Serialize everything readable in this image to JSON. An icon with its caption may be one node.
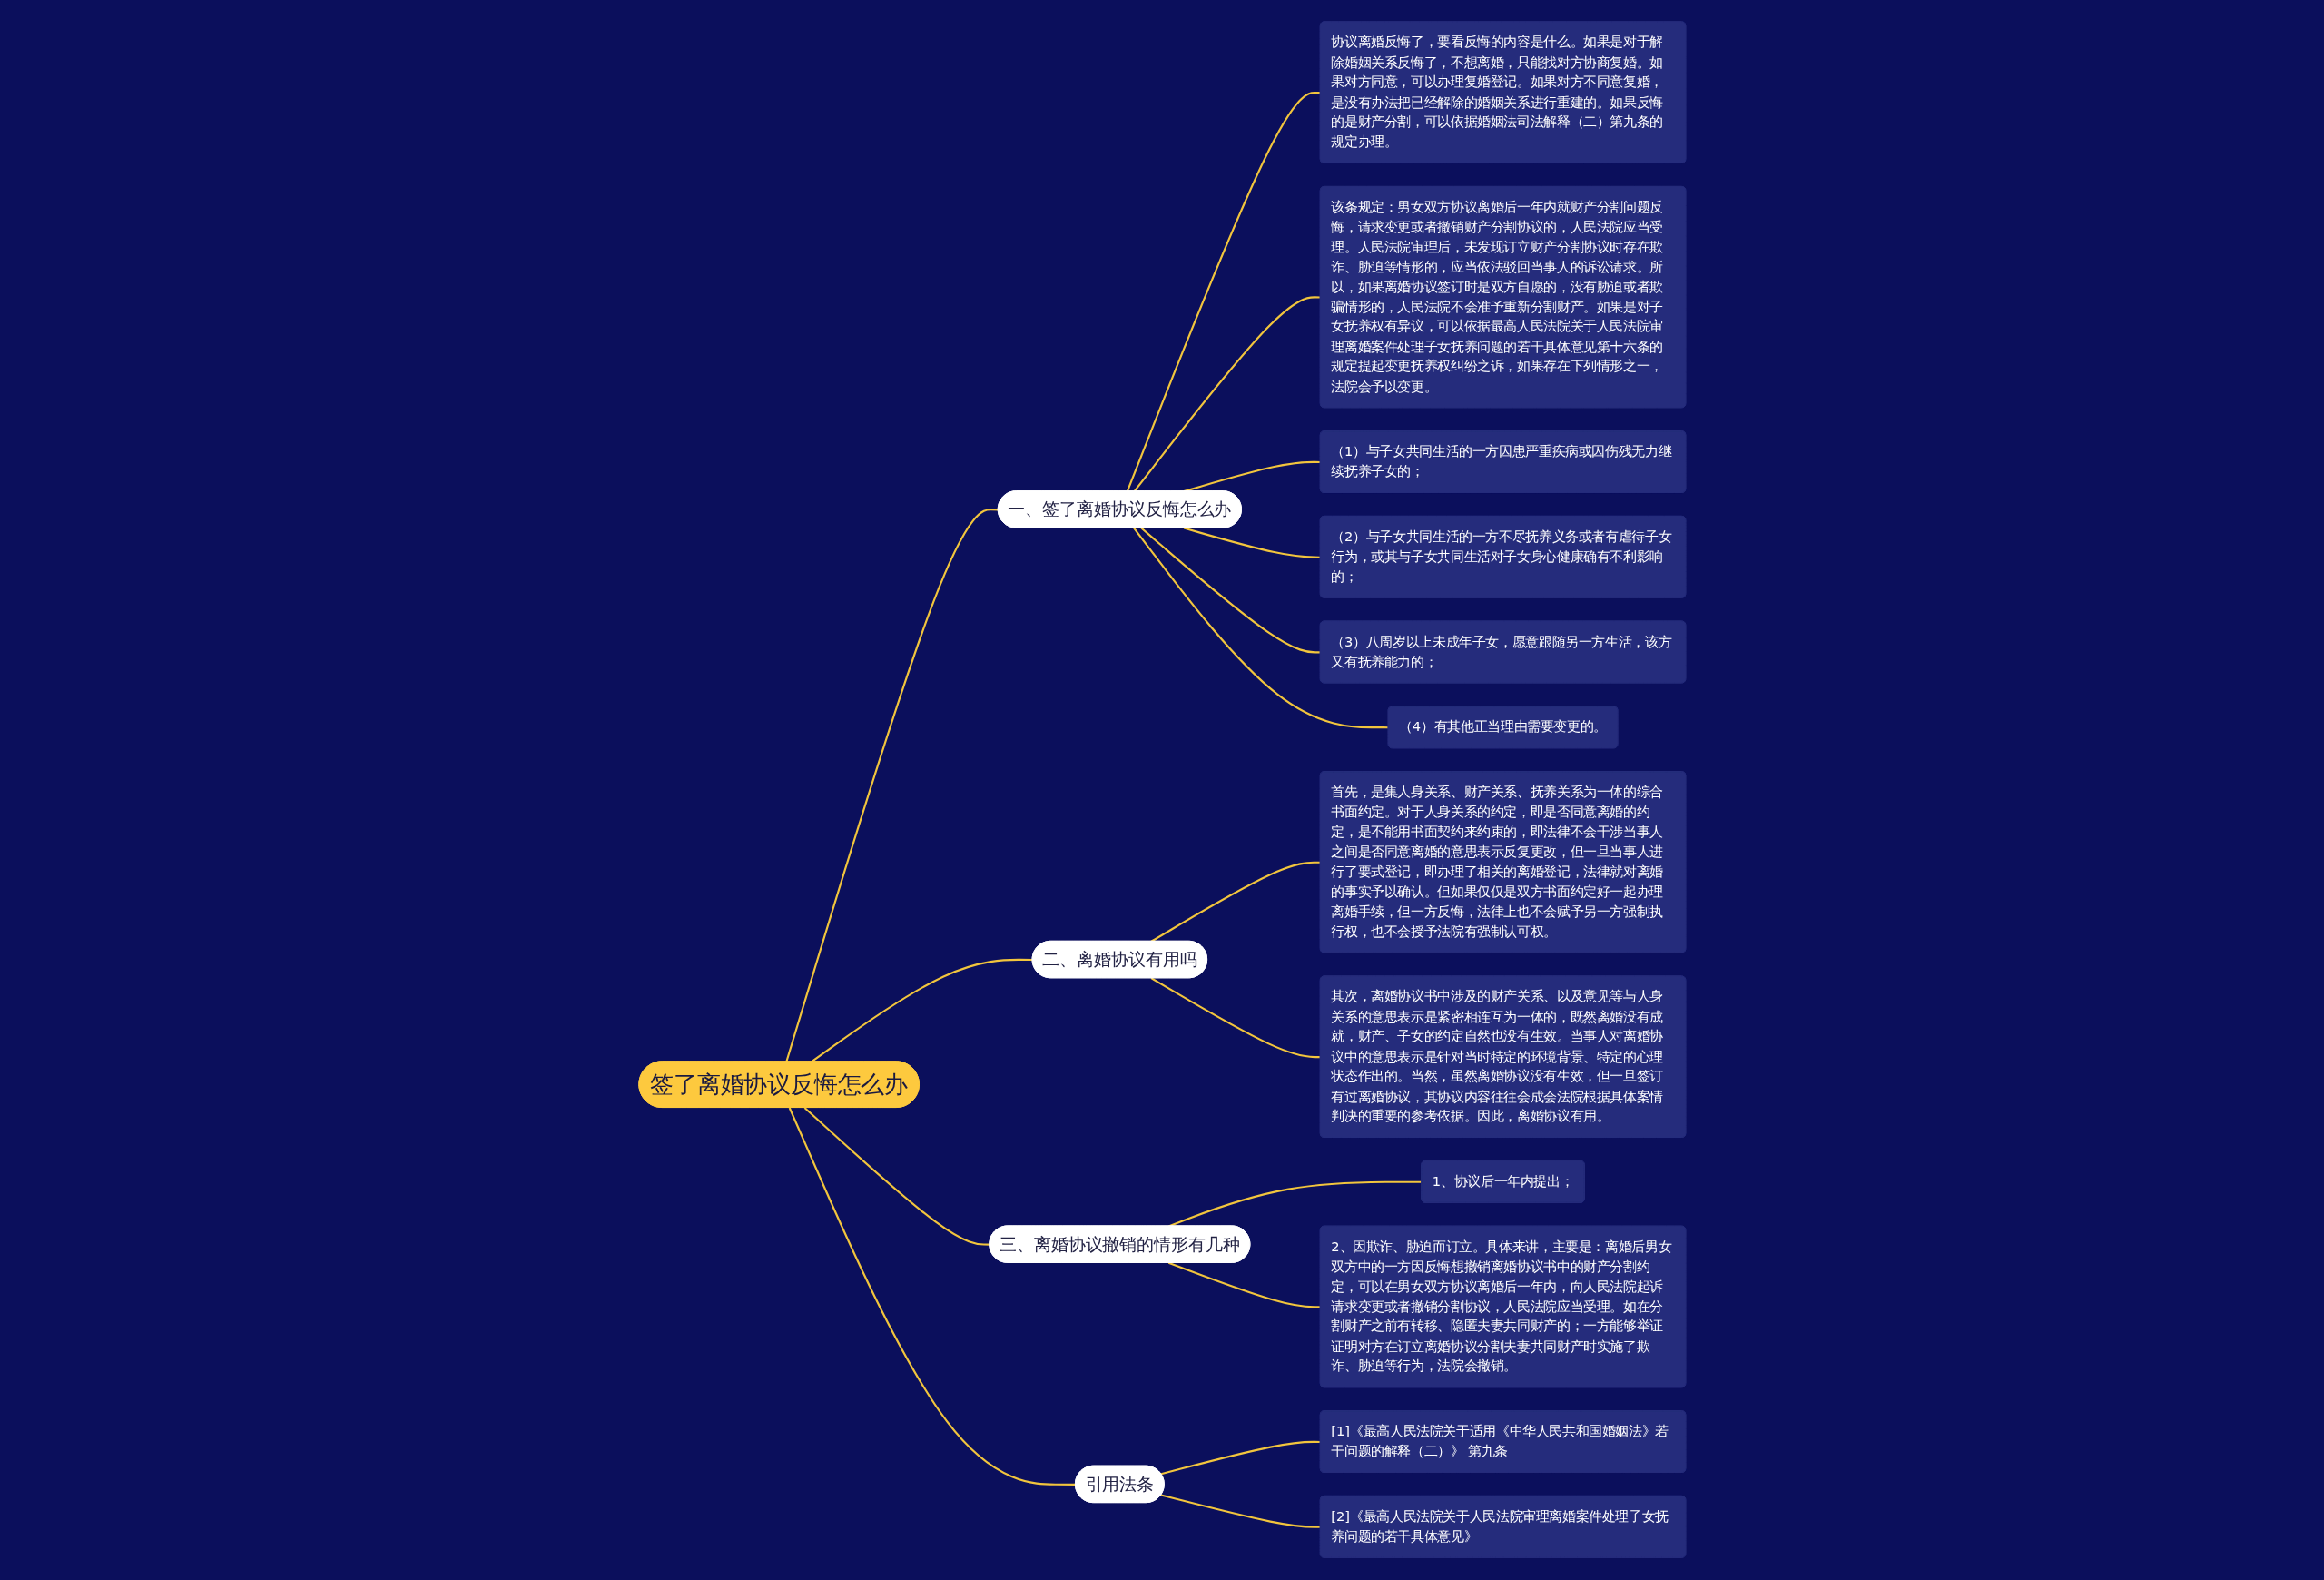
{
  "diagram": {
    "nodes": [
      {
        "text": [
          "签了离婚协议反悔怎么办"
        ]
      },
      {
        "text": [
          "一、签了离婚协议反悔怎么办"
        ]
      },
      {
        "text": [
          "协议离婚反悔了，要看反悔的内容是什么。如果是对于解除婚姻关系反悔了，不想离婚，只能找对方协商复婚。如果对方同意，可以办理复婚登记。如果对方不同意复婚，是没有办法把已经解除的婚姻关系进行重建的。如果反悔的是财产分割，可以依据婚姻法司法解释（二）第九条的规定办理。"
        ]
      },
      {
        "text": [
          "该条规定：男女双方协议离婚后一年内就财产分割问题反悔，请求变更或者撤销财产分割协议的，人民法院应当受理。人民法院审理后，未发现订立财产分割协议时存在欺诈、胁迫等情形的，应当依法驳回当事人的诉讼请求。所以，如果离婚协议签订时是双方自愿的，没有胁迫或者欺骗情形的，人民法院不会准予重新分割财产。如果是对子女抚养权有异议，可以依据最高人民法院关于人民法院审理离婚案件处理子女抚养问题的若干具体意见第十六条的规定提起变更抚养权纠纷之诉，如果存在下列情形之一，法院会予以变更。"
        ]
      },
      {
        "text": [
          "（1）与子女共同生活的一方因患严重疾病或因伤残无力继续抚养子女的；"
        ]
      },
      {
        "text": [
          "（2）与子女共同生活的一方不尽抚养义务或者有虐待子女行为，或其与子女共同生活对子女身心健康确有不利影响的；"
        ]
      },
      {
        "text": [
          "（3）八周岁以上未成年子女，愿意跟随另一方生活，该方又有抚养能力的；"
        ]
      },
      {
        "text": [
          "（4）有其他正当理由需要变更的。"
        ]
      },
      {
        "text": [
          "二、离婚协议有用吗"
        ]
      },
      {
        "text": [
          "首先，是集人身关系、财产关系、抚养关系为一体的综合书面约定。对于人身关系的约定，即是否同意离婚的约定，是不能用书面契约来约束的，即法律不会干涉当事人之间是否同意离婚的意思表示反复更改，但一旦当事人进行了要式登记，即办理了相关的离婚登记，法律就对离婚的事实予以确认。但如果仅仅是双方书面约定好一起办理离婚手续，但一方反悔，法律上也不会赋予另一方强制执行权，也不会授予法院有强制认可权。"
        ]
      },
      {
        "text": [
          "其次，离婚协议书中涉及的财产关系、以及意见等与人身关系的意思表示是紧密相连互为一体的，既然离婚没有成就，财产、子女的约定自然也没有生效。当事人对离婚协议中的意思表示是针对当时特定的环境背景、特定的心理状态作出的。当然，虽然离婚协议没有生效，但一旦签订有过离婚协议，其协议内容往往会成会法院根据具体案情判决的重要的参考依据。因此，离婚协议有用。"
        ]
      },
      {
        "text": [
          "三、离婚协议撤销的情形有几种"
        ]
      },
      {
        "text": [
          "1、协议后一年内提出；"
        ]
      },
      {
        "text": [
          "2、因欺诈、胁迫而订立。具体来讲，主要是：离婚后男女双方中的一方因反悔想撤销离婚协议书中的财产分割约定，可以在男女双方协议离婚后一年内，向人民法院起诉请求变更或者撤销分割协议，人民法院应当受理。如在分割财产之前有转移、隐匿夫妻共同财产的；一方能够举证证明对方在订立离婚协议分割夫妻共同财产时实施了欺诈、胁迫等行为，法院会撤销。"
        ]
      },
      {
        "text": [
          "引用法条"
        ]
      },
      {
        "text": [
          "[1]《最高人民法院关于适用《中华人民共和国婚姻法》若干问题的解释（二）》 第九条"
        ]
      },
      {
        "text": [
          "[2]《最高人民法院关于人民法院审理离婚案件处理子女抚养问题的若干具体意见》"
        ]
      }
    ],
    "edges": [
      {
        "from": 0,
        "to": 1,
        "arrow": "none"
      },
      {
        "from": 1,
        "to": 2,
        "arrow": "none"
      },
      {
        "from": 1,
        "to": 3,
        "arrow": "none"
      },
      {
        "from": 1,
        "to": 4,
        "arrow": "none"
      },
      {
        "from": 1,
        "to": 5,
        "arrow": "none"
      },
      {
        "from": 1,
        "to": 6,
        "arrow": "none"
      },
      {
        "from": 1,
        "to": 7,
        "arrow": "none"
      },
      {
        "from": 0,
        "to": 8,
        "arrow": "none"
      },
      {
        "from": 8,
        "to": 9,
        "arrow": "none"
      },
      {
        "from": 8,
        "to": 10,
        "arrow": "none"
      },
      {
        "from": 0,
        "to": 11,
        "arrow": "none"
      },
      {
        "from": 11,
        "to": 12,
        "arrow": "none"
      },
      {
        "from": 11,
        "to": 13,
        "arrow": "none"
      },
      {
        "from": 0,
        "to": 14,
        "arrow": "none"
      },
      {
        "from": 14,
        "to": 15,
        "arrow": "none"
      },
      {
        "from": 14,
        "to": 16,
        "arrow": "none"
      }
    ]
  }
}
